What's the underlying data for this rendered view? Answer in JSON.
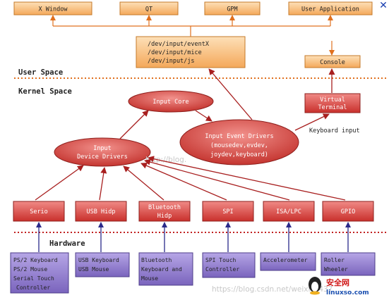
{
  "userland": {
    "apps": [
      "X Window",
      "QT",
      "GPM",
      "User Application"
    ],
    "devnodes": [
      "/dev/input/eventX",
      "/dev/input/mice",
      "/dev/input/js"
    ],
    "console": "Console"
  },
  "sections": {
    "user_space": "User Space",
    "kernel_space": "Kernel Space",
    "hardware": "Hardware"
  },
  "kernel": {
    "input_core": "Input Core",
    "input_device_drivers": [
      "Input",
      "Device Drivers"
    ],
    "event_drivers": [
      "Input Event Drivers",
      "(mousedev,evdev,",
      "joydev,keyboard)"
    ],
    "virtual_terminal": [
      "Virtual",
      "Terminal"
    ],
    "keyboard_input": "Keyboard input",
    "buses": [
      "Serio",
      "USB Hidp",
      [
        "Bluetooth",
        "Hidp"
      ],
      "SPI",
      "ISA/LPC",
      "GPIO"
    ]
  },
  "hardware_devices": [
    [
      "PS/2 Keyboard",
      "PS/2 Mouse",
      "Serial Touch",
      "Controller"
    ],
    [
      "USB Keyboard",
      "USB Mouse"
    ],
    [
      "Bluetooth",
      "Keyboard and",
      "Mouse"
    ],
    [
      "SPI Touch",
      "Controller"
    ],
    [
      "Accelerometer"
    ],
    [
      "Roller",
      "Wheeler"
    ]
  ],
  "watermarks": {
    "middle": "http://blog.",
    "bottom": "https://blog.csdn.net/weixin_437",
    "logo_cn": "安全网",
    "logo_en": "linuxso.com"
  },
  "close_symbol": "✕",
  "colors": {
    "orange_fill": "#f7b870",
    "orange_stroke": "#c47a2a",
    "red_fill": "#d9534f",
    "red_stroke": "#8e1f1c",
    "purple_fill": "#8d79c9",
    "purple_stroke": "#4e3d8a",
    "dotted_line": "#e0701e",
    "hardware_line": "#c02020",
    "arrow_red": "#a81f1f",
    "arrow_orange": "#e0701e",
    "arrow_blue": "#2a2a8a"
  }
}
